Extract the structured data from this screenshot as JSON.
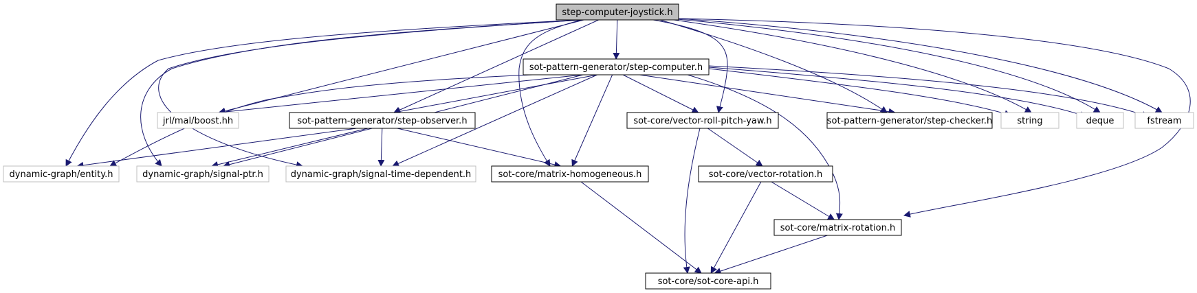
{
  "colors": {
    "edge": "#191970",
    "node_border": "#000000",
    "node_border_system": "#bfbfbf",
    "root_fill": "#bfbfbf",
    "node_fill": "#ffffff",
    "label_text": "#000000"
  },
  "graph": {
    "nodes": [
      {
        "id": "root",
        "label": "step-computer-joystick.h",
        "kind": "root"
      },
      {
        "id": "stepcomp",
        "label": "sot-pattern-generator/step-computer.h",
        "kind": "local"
      },
      {
        "id": "boost",
        "label": "jrl/mal/boost.hh",
        "kind": "system"
      },
      {
        "id": "observer",
        "label": "sot-pattern-generator/step-observer.h",
        "kind": "local"
      },
      {
        "id": "vrpy",
        "label": "sot-core/vector-roll-pitch-yaw.h",
        "kind": "local"
      },
      {
        "id": "checker",
        "label": "sot-pattern-generator/step-checker.h",
        "kind": "local"
      },
      {
        "id": "string",
        "label": "string",
        "kind": "system"
      },
      {
        "id": "deque",
        "label": "deque",
        "kind": "system"
      },
      {
        "id": "fstream",
        "label": "fstream",
        "kind": "system"
      },
      {
        "id": "entity",
        "label": "dynamic-graph/entity.h",
        "kind": "system"
      },
      {
        "id": "sigptr",
        "label": "dynamic-graph/signal-ptr.h",
        "kind": "system"
      },
      {
        "id": "sigtd",
        "label": "dynamic-graph/signal-time-dependent.h",
        "kind": "system"
      },
      {
        "id": "mathom",
        "label": "sot-core/matrix-homogeneous.h",
        "kind": "local"
      },
      {
        "id": "vrot",
        "label": "sot-core/vector-rotation.h",
        "kind": "local"
      },
      {
        "id": "mrot",
        "label": "sot-core/matrix-rotation.h",
        "kind": "local"
      },
      {
        "id": "api",
        "label": "sot-core/sot-core-api.h",
        "kind": "local"
      }
    ],
    "edges": [
      [
        "root",
        "stepcomp"
      ],
      [
        "root",
        "boost"
      ],
      [
        "root",
        "observer"
      ],
      [
        "root",
        "vrpy"
      ],
      [
        "root",
        "checker"
      ],
      [
        "root",
        "string"
      ],
      [
        "root",
        "deque"
      ],
      [
        "root",
        "fstream"
      ],
      [
        "root",
        "entity"
      ],
      [
        "root",
        "sigptr"
      ],
      [
        "root",
        "sigtd"
      ],
      [
        "root",
        "mathom"
      ],
      [
        "root",
        "mrot"
      ],
      [
        "stepcomp",
        "boost"
      ],
      [
        "stepcomp",
        "observer"
      ],
      [
        "stepcomp",
        "vrpy"
      ],
      [
        "stepcomp",
        "checker"
      ],
      [
        "stepcomp",
        "string"
      ],
      [
        "stepcomp",
        "deque"
      ],
      [
        "stepcomp",
        "fstream"
      ],
      [
        "stepcomp",
        "entity"
      ],
      [
        "stepcomp",
        "sigptr"
      ],
      [
        "stepcomp",
        "sigtd"
      ],
      [
        "stepcomp",
        "mathom"
      ],
      [
        "stepcomp",
        "mrot"
      ],
      [
        "observer",
        "entity"
      ],
      [
        "observer",
        "sigptr"
      ],
      [
        "observer",
        "sigtd"
      ],
      [
        "observer",
        "mathom"
      ],
      [
        "vrpy",
        "vrot"
      ],
      [
        "vrpy",
        "api"
      ],
      [
        "vrot",
        "mrot"
      ],
      [
        "vrot",
        "api"
      ],
      [
        "mathom",
        "api"
      ],
      [
        "mrot",
        "api"
      ]
    ]
  }
}
